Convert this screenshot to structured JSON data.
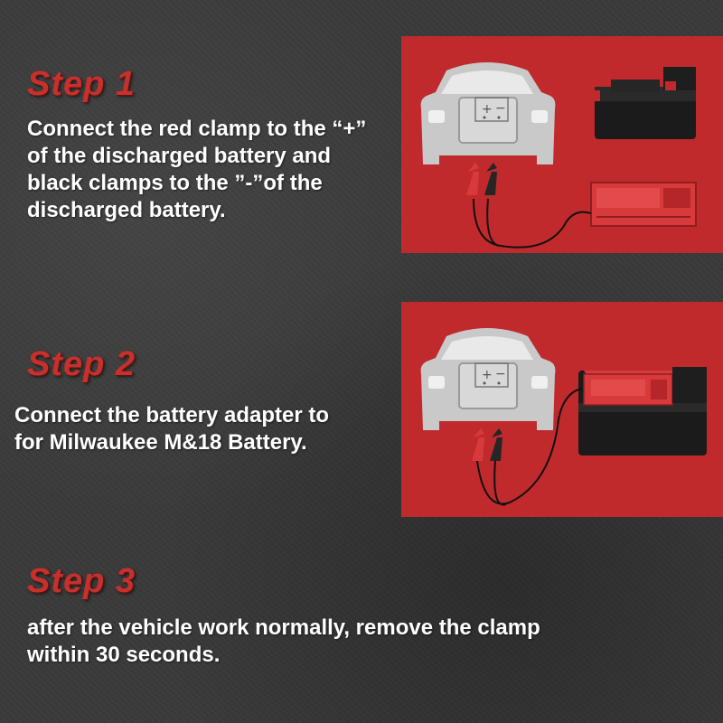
{
  "steps": [
    {
      "title": "Step 1",
      "text": "Connect the red clamp to the “+”\nof the discharged battery and\nblack clamps to the ”-”of the\ndischarged battery."
    },
    {
      "title": "Step 2",
      "text": "Connect the battery adapter to\nfor Milwaukee M&18 Battery."
    },
    {
      "title": "Step 3",
      "text": "after the vehicle work normally, remove the clamp\nwithin 30 seconds."
    }
  ],
  "colors": {
    "accent_red": "#c8302c",
    "panel_red": "#c02a2c",
    "text_white": "#ffffff"
  },
  "icons": [
    "car-icon",
    "battery-icon",
    "adapter-icon",
    "clamp-icon"
  ]
}
